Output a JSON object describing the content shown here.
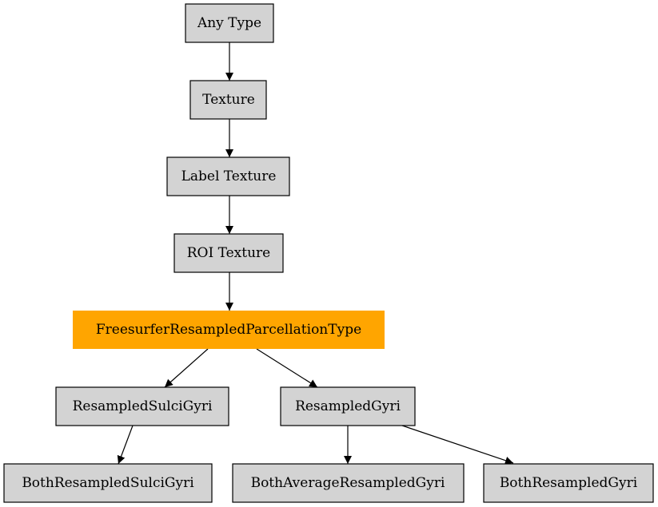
{
  "diagram": {
    "nodes": {
      "any_type": {
        "label": "Any Type",
        "fill": "#d3d3d3"
      },
      "texture": {
        "label": "Texture",
        "fill": "#d3d3d3"
      },
      "label_texture": {
        "label": "Label Texture",
        "fill": "#d3d3d3"
      },
      "roi_texture": {
        "label": "ROI Texture",
        "fill": "#d3d3d3"
      },
      "freesurfer": {
        "label": "FreesurferResampledParcellationType",
        "fill": "#ffa500"
      },
      "resampled_sulci_gyri": {
        "label": "ResampledSulciGyri",
        "fill": "#d3d3d3"
      },
      "resampled_gyri": {
        "label": "ResampledGyri",
        "fill": "#d3d3d3"
      },
      "both_resampled_sulci_gyri": {
        "label": "BothResampledSulciGyri",
        "fill": "#d3d3d3"
      },
      "both_average_resampled_gyri": {
        "label": "BothAverageResampledGyri",
        "fill": "#d3d3d3"
      },
      "both_resampled_gyri": {
        "label": "BothResampledGyri",
        "fill": "#d3d3d3"
      }
    },
    "edges": [
      {
        "from": "any_type",
        "to": "texture"
      },
      {
        "from": "texture",
        "to": "label_texture"
      },
      {
        "from": "label_texture",
        "to": "roi_texture"
      },
      {
        "from": "roi_texture",
        "to": "freesurfer"
      },
      {
        "from": "freesurfer",
        "to": "resampled_sulci_gyri"
      },
      {
        "from": "freesurfer",
        "to": "resampled_gyri"
      },
      {
        "from": "resampled_sulci_gyri",
        "to": "both_resampled_sulci_gyri"
      },
      {
        "from": "resampled_gyri",
        "to": "both_average_resampled_gyri"
      },
      {
        "from": "resampled_gyri",
        "to": "both_resampled_gyri"
      }
    ]
  }
}
